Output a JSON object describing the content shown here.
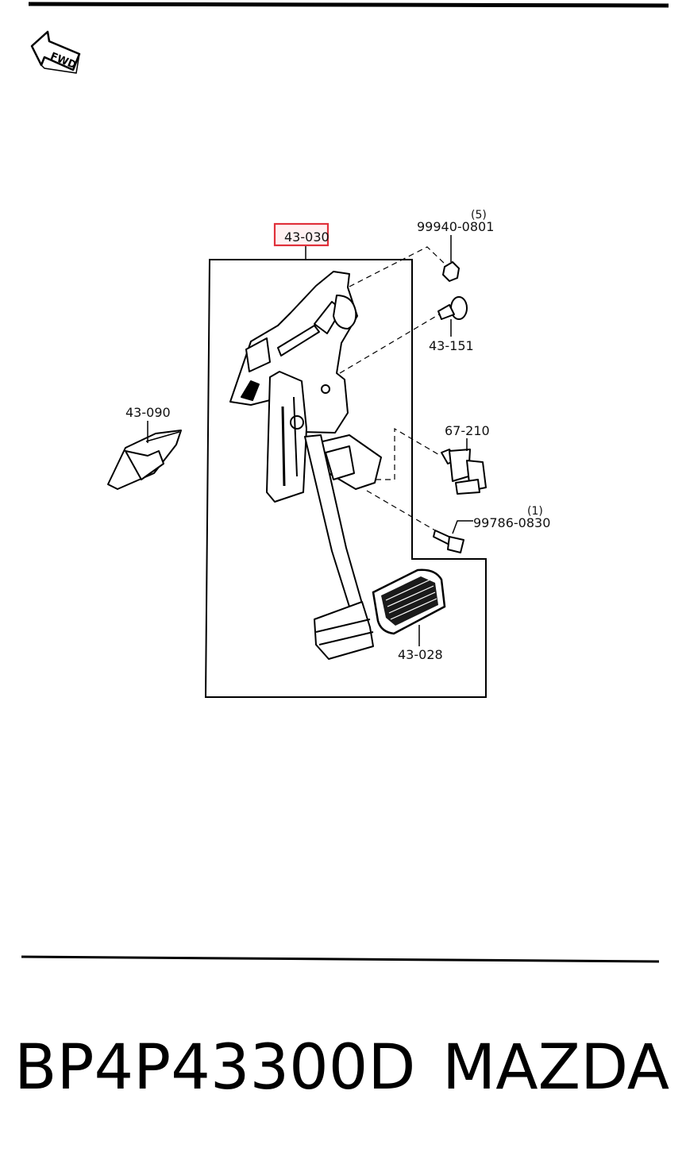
{
  "orientation": {
    "arrow_label": "FWD"
  },
  "highlight_color": "#e0303a",
  "callouts": {
    "assembly": "43-030",
    "nut": "99940-0801",
    "nut_qty": "(5)",
    "bolt": "43-151",
    "bracket": "43-090",
    "switch": "67-210",
    "screw": "99786-0830",
    "screw_qty": "(1)",
    "pad": "43-028"
  },
  "footer": {
    "part_number": "BP4P43300D",
    "brand": "MAZDA"
  }
}
